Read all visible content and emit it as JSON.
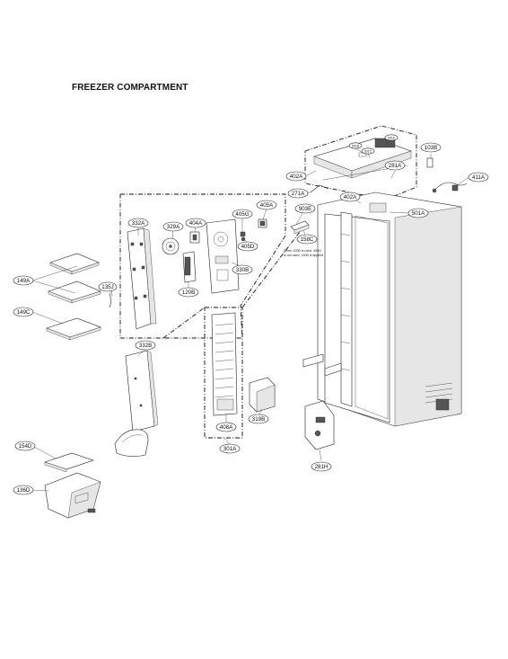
{
  "title": "FREEZER COMPARTMENT",
  "parts": [
    {
      "id": "332A"
    },
    {
      "id": "329A"
    },
    {
      "id": "404A"
    },
    {
      "id": "405G"
    },
    {
      "id": "405A"
    },
    {
      "id": "405D"
    },
    {
      "id": "330B"
    },
    {
      "id": "120B"
    },
    {
      "id": "135J"
    },
    {
      "id": "149A"
    },
    {
      "id": "149C"
    },
    {
      "id": "332B"
    },
    {
      "id": "408A"
    },
    {
      "id": "319B"
    },
    {
      "id": "301A"
    },
    {
      "id": "154D"
    },
    {
      "id": "136D"
    },
    {
      "id": "103B"
    },
    {
      "id": "411A"
    },
    {
      "id": "402A"
    },
    {
      "id": "281A"
    },
    {
      "id": "271A"
    },
    {
      "id": "903E"
    },
    {
      "id": "501A"
    },
    {
      "id": "158C"
    },
    {
      "id": "281H"
    },
    {
      "id": "501F"
    },
    {
      "id": "501B"
    },
    {
      "id": "501C"
    }
  ],
  "notes": {
    "wire_note_1": "When 120B is used, 405G",
    "wire_note_2": "is not used, 120B is applied"
  }
}
